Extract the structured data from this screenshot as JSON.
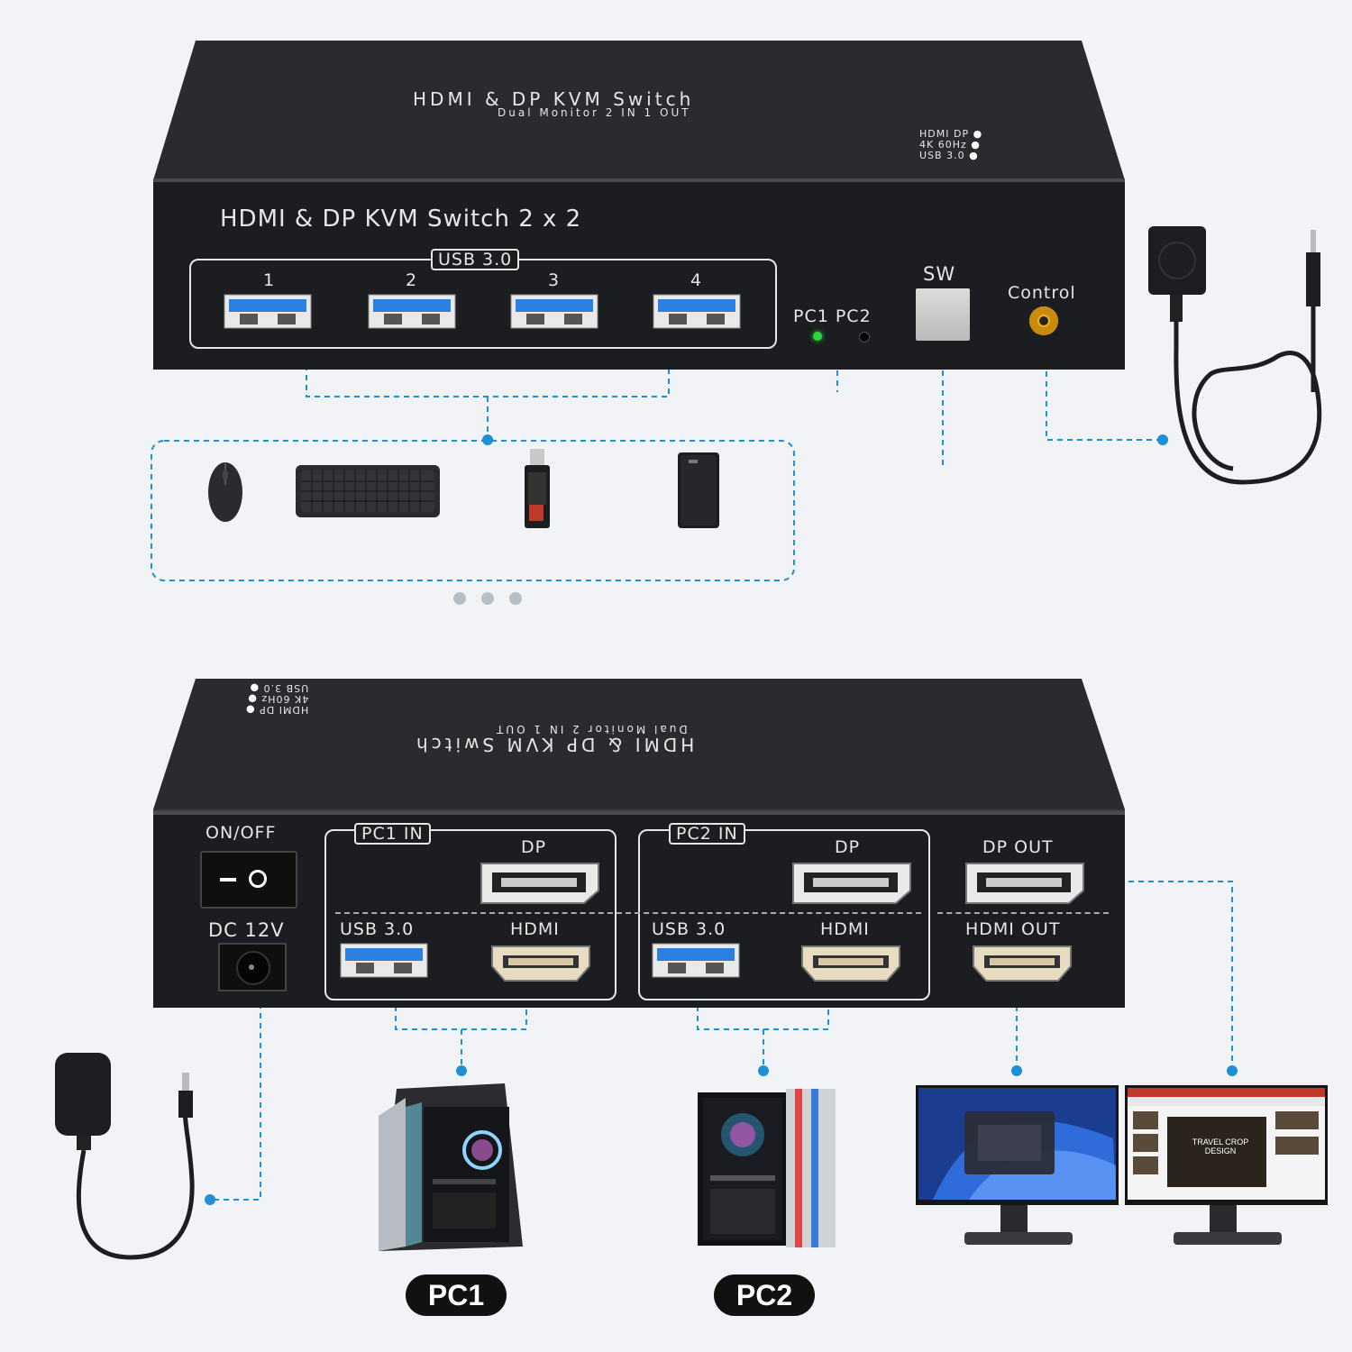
{
  "front": {
    "top_title": "HDMI & DP KVM Switch",
    "top_subtitle": "Dual Monitor 2 IN 1 OUT",
    "top_features": [
      "HDMI DP",
      "4K 60Hz",
      "USB 3.0"
    ],
    "panel_title": "HDMI & DP KVM Switch 2 x 2",
    "usb_group_label": "USB 3.0",
    "usb_ports": [
      "1",
      "2",
      "3",
      "4"
    ],
    "led_labels": "PC1 PC2",
    "sw_label": "SW",
    "control_label": "Control"
  },
  "back": {
    "top_title_mirrored": "HDMI & DP KVM Switch",
    "top_subtitle_mirrored": "Dual Monitor 2 IN 1 OUT",
    "top_features_mirrored": [
      "HDMI DP",
      "4K 60Hz",
      "USB 3.0"
    ],
    "onoff_label": "ON/OFF",
    "dc_label": "DC 12V",
    "pc1_group": "PC1 IN",
    "pc2_group": "PC2 IN",
    "dp_label": "DP",
    "usb_label": "USB 3.0",
    "hdmi_label": "HDMI",
    "dp_out_label": "DP OUT",
    "hdmi_out_label": "HDMI OUT"
  },
  "devices": {
    "pc1": "PC1",
    "pc2": "PC2"
  },
  "screen_text": {
    "ppt_title": "TRAVEL CROP DESIGN"
  },
  "colors": {
    "accent": "#1f8fd6",
    "device_body": "#1e1f22",
    "usb_blue": "#2d7fe0",
    "background": "#f1f3f6"
  }
}
